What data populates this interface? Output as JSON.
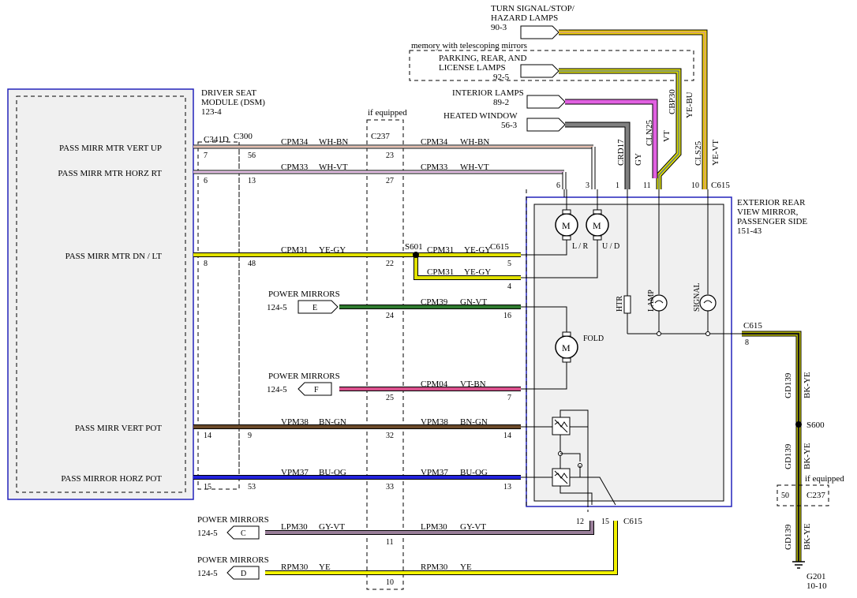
{
  "dsm": {
    "title_lines": [
      "DRIVER SEAT",
      "MODULE (DSM)",
      "123-4"
    ],
    "pins": [
      "PASS MIRR MTR VERT UP",
      "PASS MIRR MTR HORZ RT",
      "PASS MIRR MTR DN / LT",
      "PASS MIRR VERT POT",
      "PASS MIRROR HORZ POT"
    ]
  },
  "connectors": {
    "c341d": "C341D",
    "c300": "C300",
    "c237": "C237",
    "c237_note": "if equipped",
    "c615": "C615",
    "s601": "S601",
    "s600": "S600"
  },
  "lamps": {
    "turn": [
      "TURN SIGNAL/STOP/",
      "HAZARD LAMPS",
      "90-3"
    ],
    "memory_note": "memory with telescoping mirrors",
    "parking": [
      "PARKING, REAR, AND",
      "LICENSE LAMPS",
      "92-5"
    ],
    "interior": [
      "INTERIOR LAMPS",
      "89-2"
    ],
    "heated": [
      "HEATED WINDOW",
      "56-3"
    ]
  },
  "vertical_wires": [
    {
      "circuit": "CRD17",
      "color": "GY",
      "pin": "1"
    },
    {
      "circuit": "CLN25",
      "color": "VT",
      "pin": "11"
    },
    {
      "circuit": "CBP30",
      "color": "YE-BU"
    },
    {
      "circuit": "CLS25",
      "color": "YE-VT",
      "pin": "10"
    }
  ],
  "top_pins": {
    "p6": "6",
    "p3": "3",
    "c615": "C615"
  },
  "wires": [
    {
      "circuit": "CPM34",
      "color": "WH-BN",
      "pins": [
        "7",
        "56",
        "23"
      ]
    },
    {
      "circuit": "CPM33",
      "color": "WH-VT",
      "pins": [
        "6",
        "13",
        "27"
      ]
    },
    {
      "circuit": "CPM31",
      "color": "YE-GY",
      "pins": [
        "8",
        "48",
        "22",
        "5"
      ]
    },
    {
      "circuit": "CPM31",
      "color": "YE-GY",
      "pins": [
        "4"
      ]
    },
    {
      "circuit": "CPM39",
      "color": "GN-VT",
      "pins": [
        "24",
        "16"
      ]
    },
    {
      "circuit": "CPM04",
      "color": "VT-BN",
      "pins": [
        "25",
        "7"
      ]
    },
    {
      "circuit": "VPM38",
      "color": "BN-GN",
      "pins": [
        "14",
        "9",
        "32",
        "14"
      ]
    },
    {
      "circuit": "VPM37",
      "color": "BU-OG",
      "pins": [
        "15",
        "53",
        "33",
        "13"
      ]
    },
    {
      "circuit": "LPM30",
      "color": "GY-VT",
      "pins": [
        "11",
        "12"
      ]
    },
    {
      "circuit": "RPM30",
      "color": "YE",
      "pins": [
        "10",
        "15"
      ]
    }
  ],
  "power_mirrors": [
    {
      "title": "POWER MIRRORS",
      "ref": "124-5",
      "letter": "E"
    },
    {
      "title": "POWER MIRRORS",
      "ref": "124-5",
      "letter": "F"
    },
    {
      "title": "POWER MIRRORS",
      "ref": "124-5",
      "letter": "C"
    },
    {
      "title": "POWER MIRRORS",
      "ref": "124-5",
      "letter": "D"
    }
  ],
  "mirror": {
    "title_lines": [
      "EXTERIOR REAR",
      "VIEW MIRROR,",
      "PASSENGER SIDE",
      "151-43"
    ],
    "motor": "M",
    "lr": "L / R",
    "ud": "U / D",
    "fold": "FOLD",
    "htr": "HTR",
    "lamp": "LAMP",
    "signal": "SIGNAL"
  },
  "ground": {
    "c615": "C615",
    "pin8": "8",
    "circuit": "GD139",
    "color": "BK-YE",
    "splice": "S600",
    "note": "if equipped",
    "pin50": "50",
    "c237": "C237",
    "g201": "G201",
    "ref": "10-10"
  },
  "colors": {
    "module_border": "#2222bb",
    "module_fill": "#f0f0f0",
    "wh_bn": "#c97a5a",
    "wh_vt": "#d9a0d9",
    "ye_gy": "#e1e100",
    "gn_vt": "#2f7a2f",
    "vt_bn": "#d9508c",
    "bn_gn": "#6b4a2a",
    "bu_og": "#2222dd",
    "gy_vt": "#9a7f9a",
    "ye": "#f2f200",
    "gy": "#808080",
    "vt": "#e060e0",
    "ye_bu": "#c9c900",
    "ye_vt": "#f0d000",
    "bk_ye": "#1a1a1a"
  }
}
